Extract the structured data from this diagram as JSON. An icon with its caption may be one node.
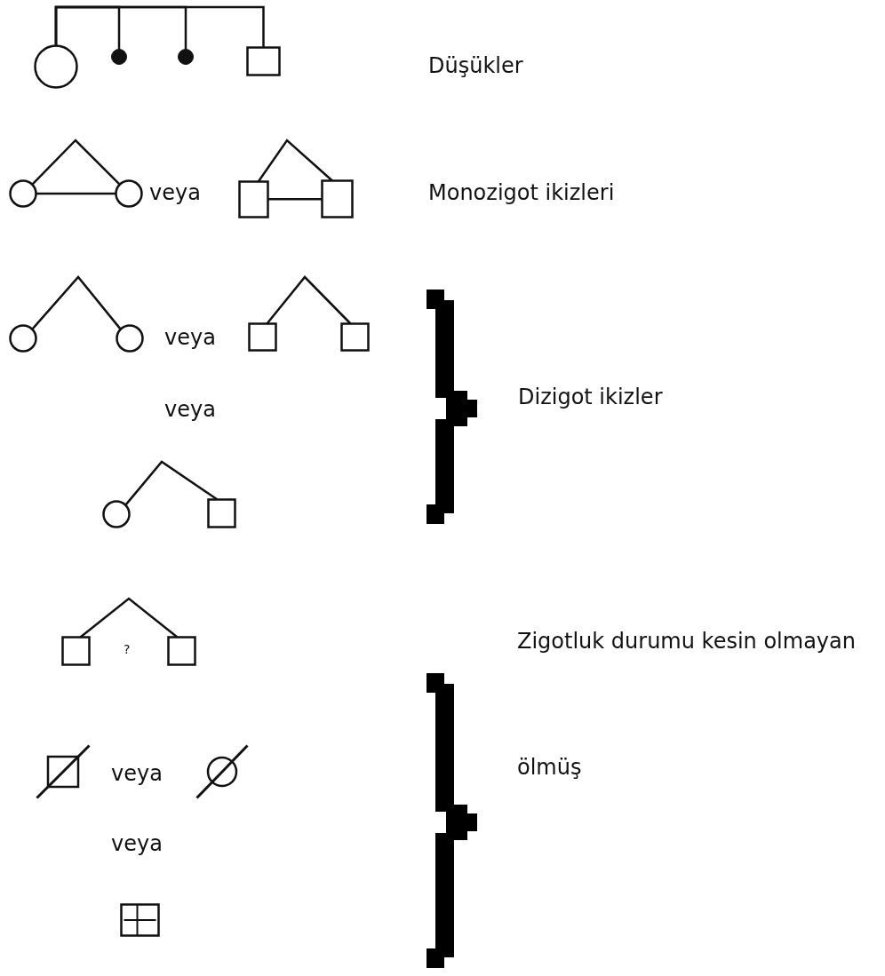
{
  "diagram": {
    "nodes": [
      {
        "text": [],
        "shape": "circle"
      },
      {
        "text": [],
        "shape": "dot"
      },
      {
        "text": [],
        "shape": "dot"
      },
      {
        "text": [],
        "shape": "box"
      },
      {
        "text": [],
        "shape": "circle"
      },
      {
        "text": [],
        "shape": "circle"
      },
      {
        "text": [],
        "shape": "box"
      },
      {
        "text": [],
        "shape": "box"
      },
      {
        "text": [],
        "shape": "circle"
      },
      {
        "text": [],
        "shape": "circle"
      },
      {
        "text": [],
        "shape": "box"
      },
      {
        "text": [],
        "shape": "box"
      },
      {
        "text": [],
        "shape": "circle"
      },
      {
        "text": [],
        "shape": "box"
      },
      {
        "text": [],
        "shape": "box"
      },
      {
        "text": [],
        "shape": "box"
      },
      {
        "text": [],
        "shape": "box"
      },
      {
        "text": [],
        "shape": "circle"
      },
      {
        "text": [],
        "shape": "box"
      },
      {
        "text": [],
        "shape": "brace"
      },
      {
        "text": [],
        "shape": "brace"
      }
    ],
    "edges": [
      {
        "from": 0,
        "to": 1,
        "arrow": "none"
      },
      {
        "from": 0,
        "to": 2,
        "arrow": "none"
      },
      {
        "from": 0,
        "to": 3,
        "arrow": "none"
      },
      {
        "from": 4,
        "to": 5,
        "arrow": "none"
      },
      {
        "from": 4,
        "to": 5,
        "arrow": "none"
      },
      {
        "from": 6,
        "to": 7,
        "arrow": "none"
      },
      {
        "from": 6,
        "to": 7,
        "arrow": "none"
      },
      {
        "from": 8,
        "to": 9,
        "arrow": "none"
      },
      {
        "from": 10,
        "to": 11,
        "arrow": "none"
      },
      {
        "from": 12,
        "to": 13,
        "arrow": "none"
      },
      {
        "from": 14,
        "to": 15,
        "arrow": "none"
      }
    ],
    "labels": [
      "Düşükler",
      "veya",
      "Monozigot ikizleri",
      "veya",
      "Dizigot ikizler",
      "veya",
      "?",
      "Zigotluk durumu kesin olmayan",
      "veya",
      "ölmüş",
      "veya"
    ]
  }
}
